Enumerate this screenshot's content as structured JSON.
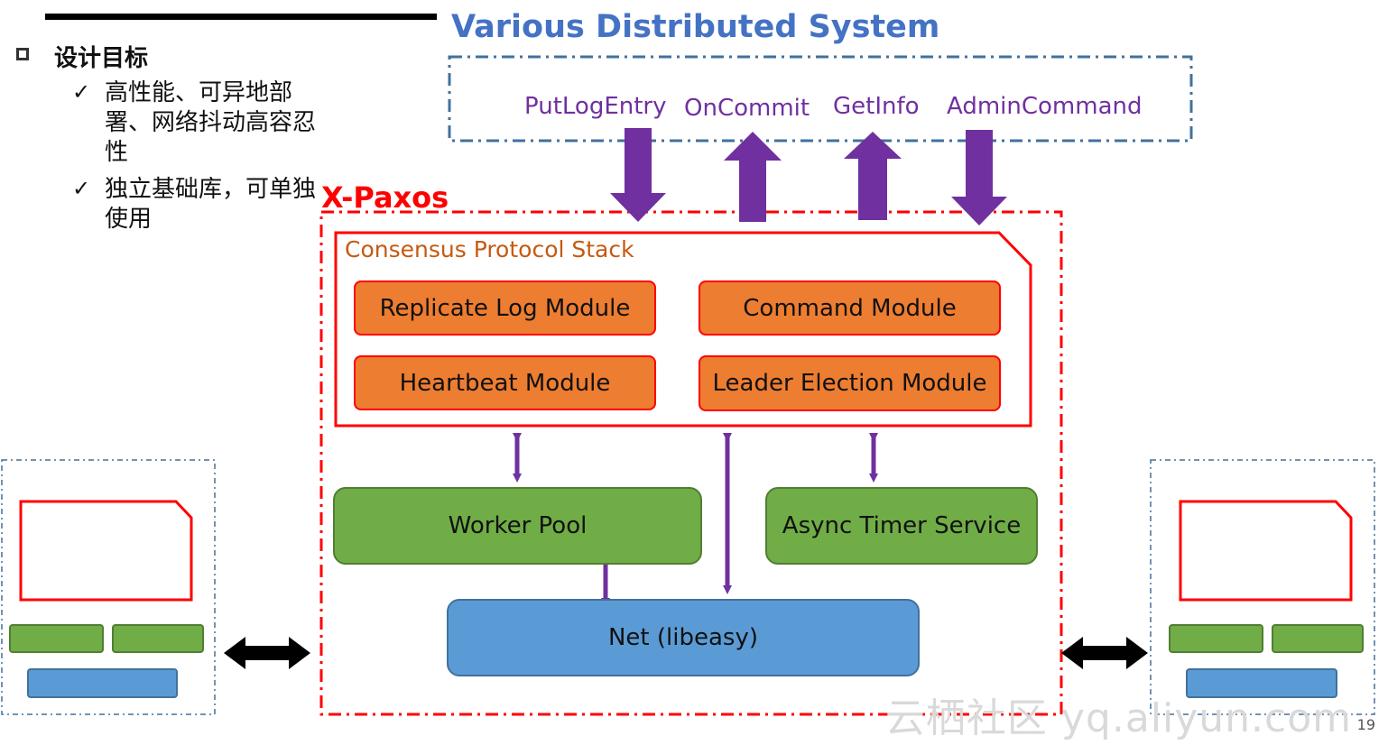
{
  "left_panel": {
    "heading": "设计目标",
    "bullets": [
      {
        "line1": "高性能、可异地部",
        "line2": "署、网络抖动高容忍",
        "line3": "性"
      },
      {
        "line1": "独立基础库，可单独",
        "line2": "使用"
      }
    ],
    "check_glyph": "✓"
  },
  "top": {
    "title": "Various Distributed System",
    "apis": [
      "PutLogEntry",
      "OnCommit",
      "GetInfo",
      "AdminCommand"
    ]
  },
  "xpaxos": {
    "label": "X-Paxos",
    "stack_label": "Consensus Protocol Stack",
    "modules": {
      "replicate_log": "Replicate Log Module",
      "command": "Command Module",
      "heartbeat": "Heartbeat Module",
      "leader_election": "Leader Election Module"
    },
    "worker_pool": "Worker Pool",
    "async_timer": "Async Timer Service",
    "net": "Net (libeasy)"
  },
  "footer": {
    "watermark": "云栖社区 yq.aliyun.com",
    "page_number": "19"
  },
  "colors": {
    "title_blue": "#4472c4",
    "api_purple": "#7030a0",
    "xpaxos_red": "#ff0000",
    "stack_orange": "#c55a11",
    "module_orange": "#ed7d31",
    "pool_green": "#70ad47",
    "net_blue": "#5b9bd5"
  }
}
